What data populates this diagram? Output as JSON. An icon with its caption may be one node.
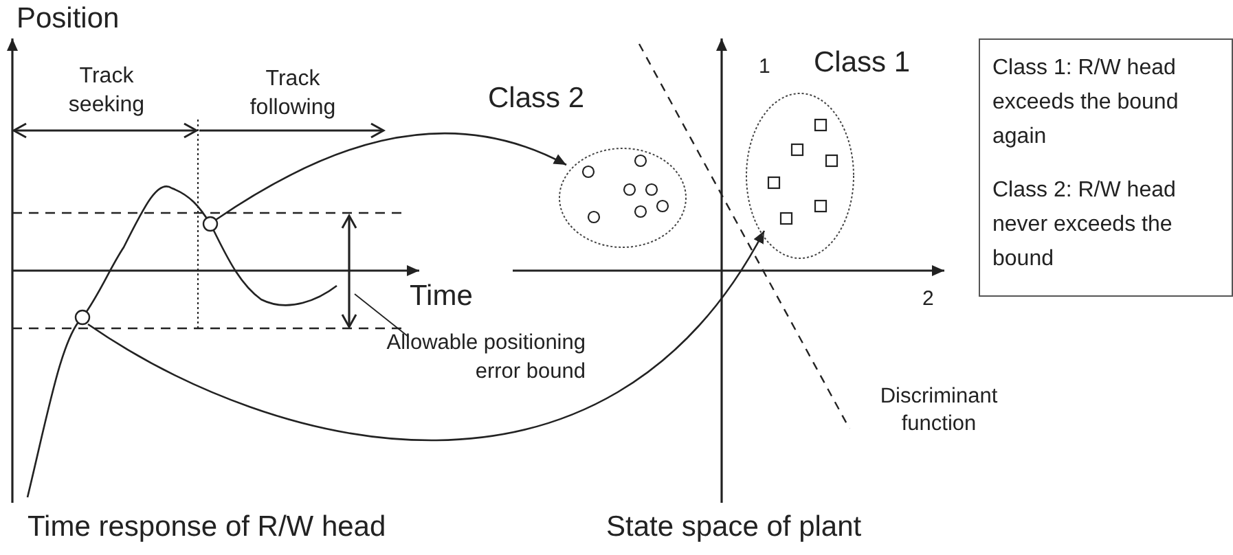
{
  "diagram": {
    "nodes": [
      {
        "text": [],
        "shape": "circle"
      },
      {
        "text": [],
        "shape": "circle"
      },
      {
        "text": [
          "Class 2"
        ]
      },
      {
        "text": [
          "Class 1"
        ]
      },
      {
        "text": [
          "Class 1: R/W head exceeds the bound again",
          "Class 2: R/W head never exceeds the bound"
        ]
      },
      {
        "text": [
          "Allowable positioning error bound"
        ]
      }
    ],
    "edges": [
      {
        "from": 0,
        "to": 2,
        "arrow": "to"
      },
      {
        "from": 1,
        "to": 3,
        "arrow": "to"
      },
      {
        "from": 5,
        "to": null,
        "arrow": "none"
      }
    ],
    "labels": [
      "Position",
      "Track seeking",
      "Track following",
      "Time",
      "1",
      "2",
      "Discriminant function",
      "Time response of R/W head",
      "State space of plant"
    ]
  }
}
